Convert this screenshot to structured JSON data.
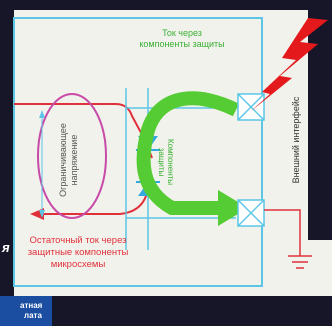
{
  "labels": {
    "green_top_line1": "Ток через",
    "green_top_line2": "компоненты защиты",
    "green_mid_line1": "Компоненты",
    "green_mid_line2": "защиты",
    "purple_line1": "Ограничивающее",
    "purple_line2": "напряжение",
    "red_line1": "Остаточный ток через",
    "red_line2": "защитные компоненты",
    "red_line3": "микросхемы",
    "right_vertical": "Внешний интерфейс",
    "left_edge_letter": "я",
    "corner_line1": "атная",
    "corner_line2": "лата"
  },
  "colors": {
    "paper": "#f2f2ec",
    "frame_blue": "#5bc6e6",
    "flow_green": "#55cc33",
    "label_green": "#3ab034",
    "current_red": "#e0313b",
    "zener_blue": "#33aadd",
    "ellipse_purple": "#c84aa8",
    "lightning": "#e3191c",
    "dark_panel": "#161628",
    "corner_panel": "#1b4ea0"
  }
}
